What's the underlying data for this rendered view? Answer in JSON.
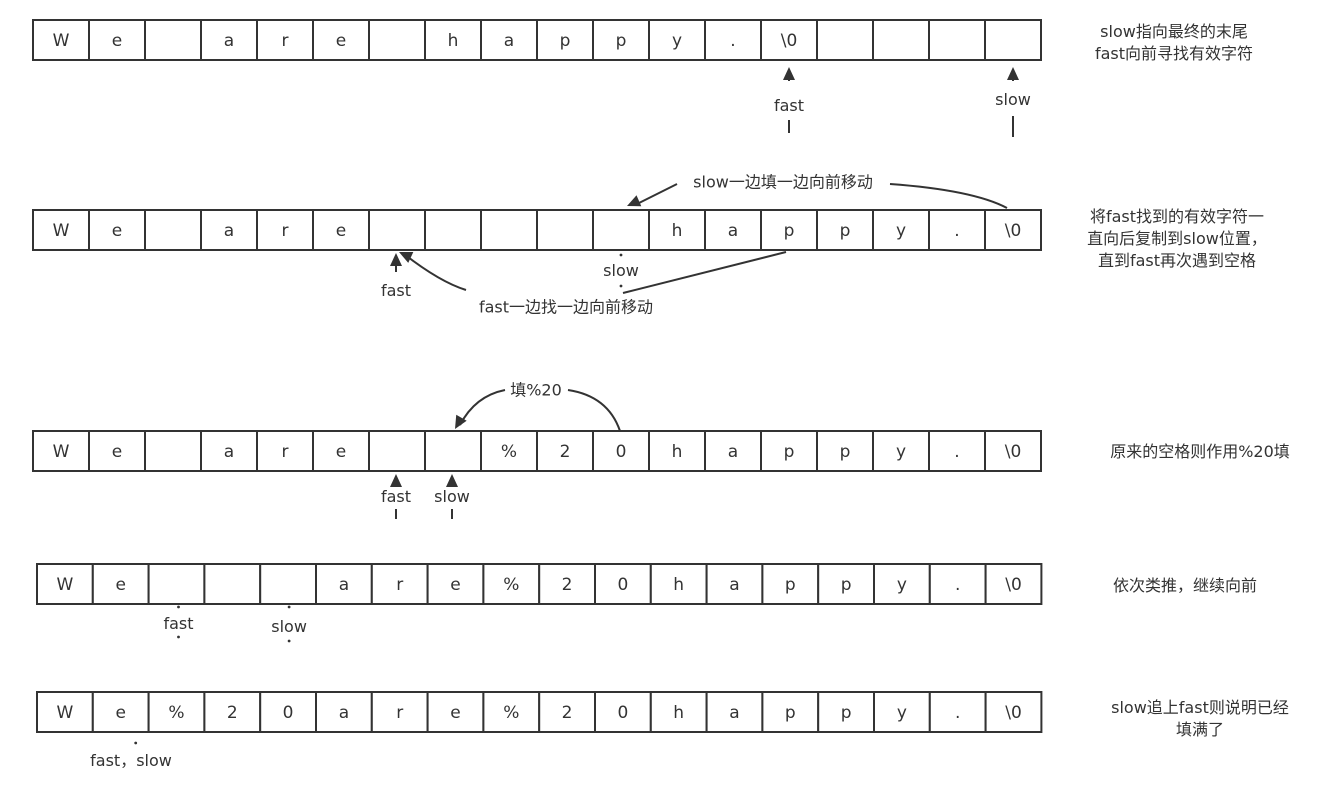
{
  "diagram": {
    "colors": {
      "stroke": "#333333",
      "text": "#333333",
      "background": "#ffffff"
    },
    "rows": [
      {
        "id": "row-1",
        "cells": [
          "W",
          "e",
          "",
          "a",
          "r",
          "e",
          "",
          "h",
          "a",
          "p",
          "p",
          "y",
          ".",
          "\\0",
          "",
          "",
          "",
          ""
        ],
        "pointers": [
          {
            "label": "fast",
            "cell": 13,
            "style": "up-arrow"
          },
          {
            "label": "slow",
            "cell": 17,
            "style": "up-arrow"
          }
        ],
        "note": [
          "slow指向最终的末尾",
          "fast向前寻找有效字符"
        ]
      },
      {
        "id": "row-2",
        "cells": [
          "W",
          "e",
          "",
          "a",
          "r",
          "e",
          "",
          "",
          "",
          "",
          "",
          "h",
          "a",
          "p",
          "p",
          "y",
          ".",
          "\\0"
        ],
        "pointers": [
          {
            "label": "fast",
            "cell": 6,
            "style": "up-arrow-short"
          },
          {
            "label": "slow",
            "cell": 10,
            "style": "dot"
          }
        ],
        "labels": [
          {
            "text": "slow一边填一边向前移动",
            "from_cell": 17,
            "to_cell": 10,
            "side": "above"
          },
          {
            "text": "fast一边找一边向前移动",
            "from_cell": 13,
            "to_cell": 6,
            "side": "below"
          }
        ],
        "note": [
          "将fast找到的有效字符一",
          "直向后复制到slow位置，",
          "直到fast再次遇到空格"
        ]
      },
      {
        "id": "row-3",
        "cells": [
          "W",
          "e",
          "",
          "a",
          "r",
          "e",
          "",
          "",
          "%",
          "2",
          "0",
          "h",
          "a",
          "p",
          "p",
          "y",
          ".",
          "\\0"
        ],
        "pointers": [
          {
            "label": "fast",
            "cell": 6,
            "style": "tick"
          },
          {
            "label": "slow",
            "cell": 7,
            "style": "tick"
          }
        ],
        "labels": [
          {
            "text": "填%20",
            "from_cell": 10,
            "to_cell": 7,
            "side": "above"
          }
        ],
        "note": [
          "原来的空格则作用%20填"
        ]
      },
      {
        "id": "row-4",
        "cells": [
          "W",
          "e",
          "",
          "",
          "",
          "a",
          "r",
          "e",
          "%",
          "2",
          "0",
          "h",
          "a",
          "p",
          "p",
          "y",
          ".",
          "\\0"
        ],
        "pointers": [
          {
            "label": "fast",
            "cell": 2,
            "style": "dot"
          },
          {
            "label": "slow",
            "cell": 4,
            "style": "dot"
          }
        ],
        "note": [
          "依次类推，继续向前"
        ]
      },
      {
        "id": "row-5",
        "cells": [
          "W",
          "e",
          "%",
          "2",
          "0",
          "a",
          "r",
          "e",
          "%",
          "2",
          "0",
          "h",
          "a",
          "p",
          "p",
          "y",
          ".",
          "\\0"
        ],
        "pointers": [
          {
            "label": "fast，slow",
            "cell": 1,
            "style": "dot"
          }
        ],
        "note": [
          "slow追上fast则说明已经",
          "填满了"
        ]
      }
    ]
  }
}
